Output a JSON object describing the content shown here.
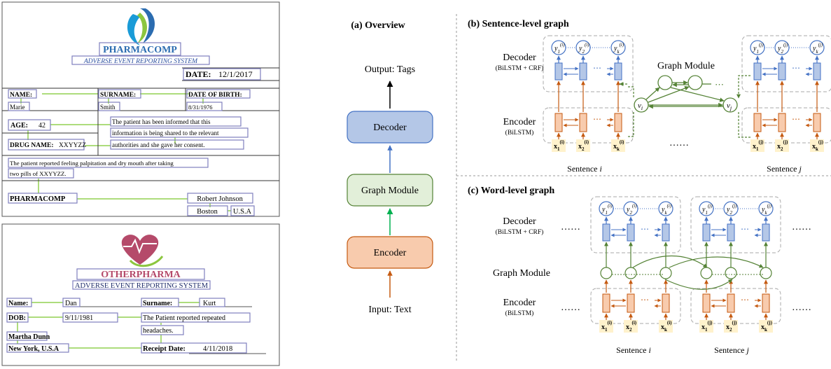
{
  "forms": {
    "pharmacomp": {
      "company": "PHARMACOMP",
      "system": "ADVERSE EVENT REPORTING SYSTEM",
      "date_label": "DATE:",
      "date_value": "12/1/2017",
      "name_label": "NAME:",
      "name_value": "Marie",
      "surname_label": "SURNAME:",
      "surname_value": "Smith",
      "dob_label": "DATE OF BIRTH:",
      "dob_value": "8/31/1976",
      "age_label": "AGE:",
      "age_value": "42",
      "drug_label": "DRUG NAME:",
      "drug_value": "XXYYZZ",
      "note_1": "The patient has been informed that this",
      "note_2": "information is being shared to the relevant",
      "note_3": "authorities and she gave her consent.",
      "report_1": "The patient reported feeling palpitation and dry mouth after taking",
      "report_2": "two pills of XXYYZZ.",
      "footer_company": "PHARMACOMP",
      "reporter": "Robert Johnson",
      "city": "Boston",
      "country": "U.S.A"
    },
    "otherpharma": {
      "company": "OTHERPHARMA",
      "system": "ADVERSE EVENT REPORTING SYSTEM",
      "name_label": "Name:",
      "name_value": "Dan",
      "surname_label": "Surname:",
      "surname_value": "Kurt",
      "dob_label": "DOB:",
      "dob_value": "9/11/1981",
      "report_1": "The Patient reported repeated",
      "report_2": "headaches.",
      "reporter": "Martha Dunn",
      "location": "New York, U.S.A",
      "receipt_label": "Receipt Date:",
      "receipt_value": "4/11/2018"
    }
  },
  "overview": {
    "title": "(a) Overview",
    "output": "Output: Tags",
    "decoder": "Decoder",
    "graph_module": "Graph Module",
    "encoder": "Encoder",
    "input": "Input: Text"
  },
  "sentence_graph": {
    "title": "(b) Sentence-level graph",
    "decoder": "Decoder",
    "decoder_sub": "(BiLSTM + CRF)",
    "encoder": "Encoder",
    "encoder_sub": "(BiLSTM)",
    "graph_module": "Graph Module",
    "node_i": "v",
    "node_i_sub": "i",
    "node_j": "v",
    "node_j_sub": "j",
    "ellipsis": "……",
    "sentence_i": "Sentence ",
    "sentence_i_var": "i",
    "sentence_j": "Sentence ",
    "sentence_j_var": "j"
  },
  "word_graph": {
    "title": "(c) Word-level graph",
    "decoder": "Decoder",
    "decoder_sub": "(BiLSTM + CRF)",
    "encoder": "Encoder",
    "encoder_sub": "(BiLSTM)",
    "graph_module": "Graph Module",
    "ellipsis": "……",
    "sentence_i": "Sentence ",
    "sentence_i_var": "i",
    "sentence_j": "Sentence ",
    "sentence_j_var": "j"
  },
  "colors": {
    "decoder_fill": "#b4c7e7",
    "decoder_stroke": "#4472c4",
    "graph_fill": "#e2efd9",
    "graph_stroke": "#548235",
    "encoder_fill": "#f8cbad",
    "encoder_stroke": "#c55a11",
    "input_fill": "#fff2cc",
    "link_green": "#92d050",
    "form_box": "#7f7fbf"
  }
}
